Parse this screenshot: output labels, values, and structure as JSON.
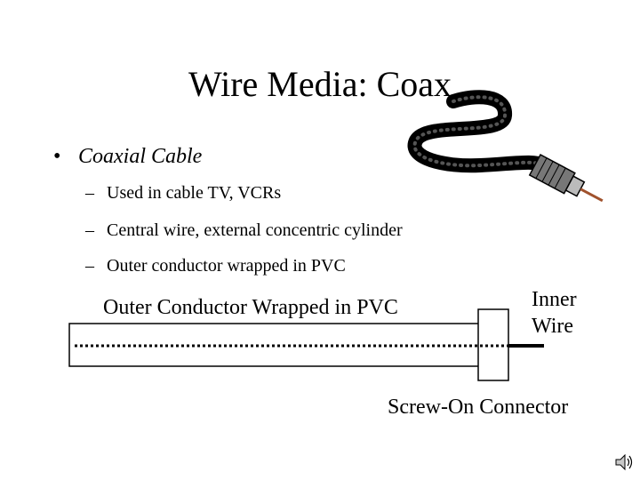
{
  "slide": {
    "title": "Wire Media: Coax",
    "bullet": {
      "marker": "•",
      "text": "Coaxial Cable",
      "sub_marker": "–",
      "subitems": [
        "Used in cable TV, VCRs",
        "Central wire, external concentric cylinder",
        "Outer conductor wrapped in PVC"
      ]
    }
  },
  "diagram": {
    "outer_label": "Outer Conductor Wrapped in PVC",
    "inner_label_line1": "Inner",
    "inner_label_line2": "Wire",
    "connector_label": "Screw-On Connector"
  },
  "icons": {
    "cable_image": "coax-cable-icon",
    "speaker": "speaker-icon"
  }
}
